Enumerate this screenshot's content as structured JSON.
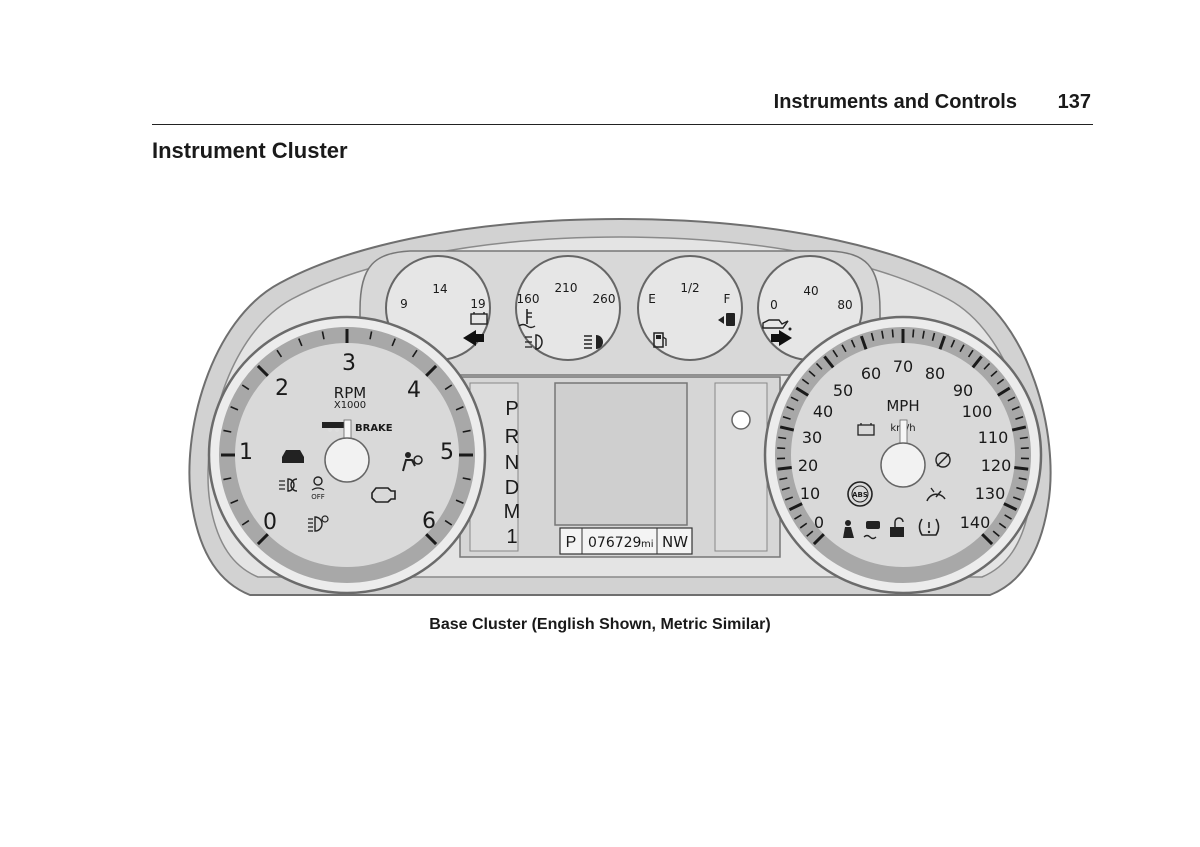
{
  "header": {
    "section": "Instruments and Controls",
    "page_number": "137"
  },
  "section_title": "Instrument Cluster",
  "caption": "Base Cluster (English Shown, Metric Similar)",
  "tachometer": {
    "labels": [
      "0",
      "1",
      "2",
      "3",
      "4",
      "5",
      "6"
    ],
    "unit": "RPM",
    "multiplier": "X1000",
    "brake_label": "BRAKE",
    "off_label": "OFF"
  },
  "small_gauges": [
    {
      "name": "voltage",
      "labels": [
        "9",
        "14",
        "19"
      ]
    },
    {
      "name": "temperature",
      "labels": [
        "160",
        "210",
        "260"
      ]
    },
    {
      "name": "fuel",
      "labels": [
        "E",
        "1/2",
        "F"
      ]
    },
    {
      "name": "oil-pressure",
      "labels": [
        "0",
        "40",
        "80"
      ]
    }
  ],
  "gear_indicator": [
    "P",
    "R",
    "N",
    "D",
    "M",
    "1"
  ],
  "info_strip": {
    "gear": "P",
    "odometer": "076729",
    "odometer_unit": "mi",
    "compass": "NW"
  },
  "speedometer": {
    "labels": [
      "0",
      "10",
      "20",
      "30",
      "40",
      "50",
      "60",
      "70",
      "80",
      "90",
      "100",
      "110",
      "120",
      "130",
      "140"
    ],
    "unit": "MPH",
    "metric_unit": "km/h",
    "abs_label": "ABS"
  },
  "icons": [
    "vehicle-ahead-icon",
    "headlamp-icon",
    "traction-off-icon",
    "check-engine-icon",
    "seatbelt-icon",
    "airbag-icon",
    "high-beam-icon",
    "battery-icon",
    "coolant-icon",
    "fog-lamp-icon",
    "fuel-pump-icon",
    "oil-can-icon",
    "turn-left-icon",
    "turn-right-icon",
    "abs-icon",
    "cruise-icon",
    "service-icon",
    "security-icon",
    "tire-pressure-icon",
    "stabilitrak-icon"
  ]
}
